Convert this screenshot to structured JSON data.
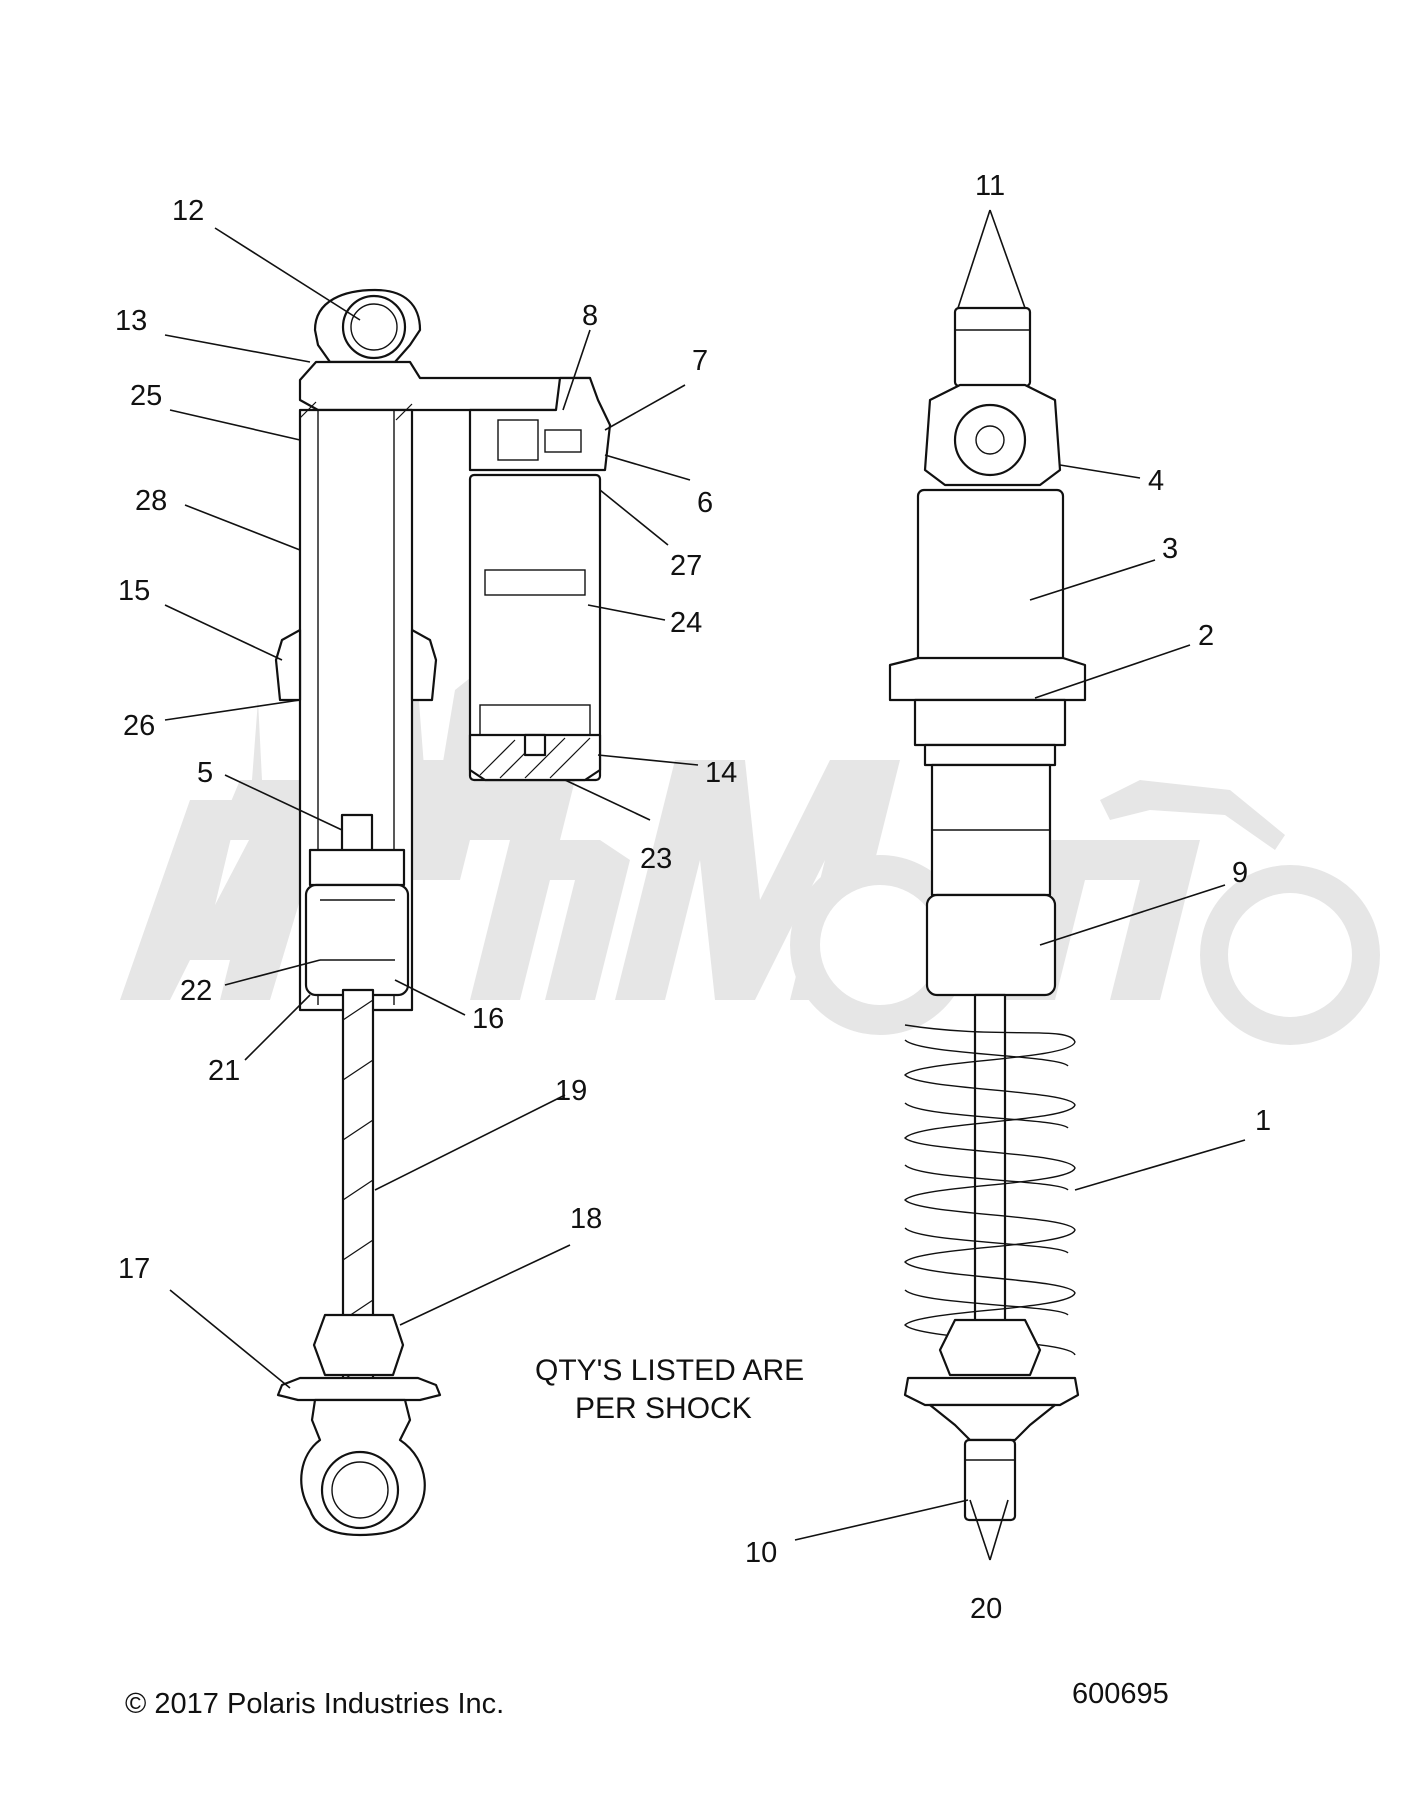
{
  "diagram": {
    "note_lines": [
      "QTY'S LISTED ARE",
      "PER SHOCK"
    ],
    "copyright": "© 2017 Polaris Industries Inc.",
    "diagram_number": "600695",
    "watermark_icon": "town-silhouette-and-motorcycle-watermark",
    "callouts": {
      "c1": "1",
      "c2": "2",
      "c3": "3",
      "c4": "4",
      "c5": "5",
      "c6": "6",
      "c7": "7",
      "c8": "8",
      "c9": "9",
      "c10": "10",
      "c11": "11",
      "c12": "12",
      "c13": "13",
      "c14": "14",
      "c15": "15",
      "c16": "16",
      "c17": "17",
      "c18": "18",
      "c19": "19",
      "c20": "20",
      "c21": "21",
      "c22": "22",
      "c23": "23",
      "c24": "24",
      "c25": "25",
      "c26": "26",
      "c27": "27",
      "c28": "28"
    }
  }
}
